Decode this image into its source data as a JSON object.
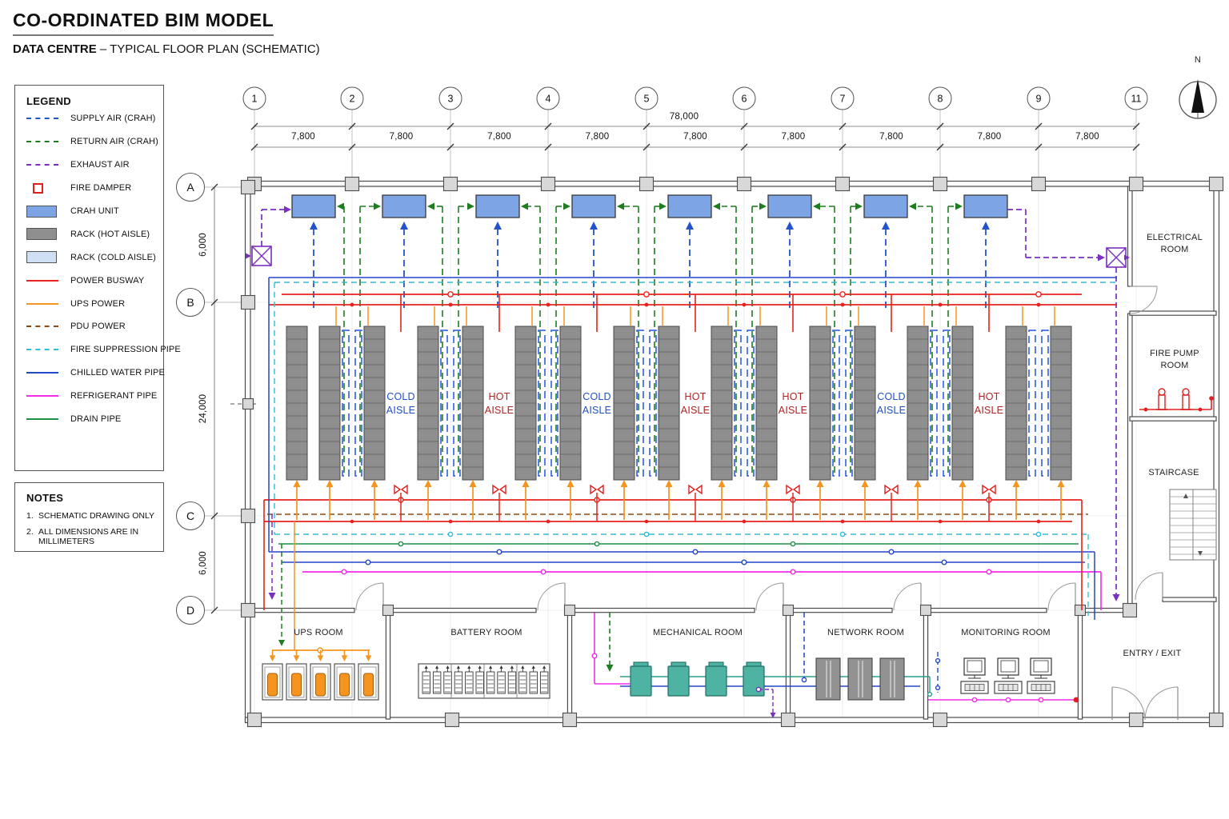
{
  "title": "CO-ORDINATED BIM MODEL",
  "subtitle": {
    "bold": "DATA CENTRE",
    "rest": " – TYPICAL FLOOR PLAN (SCHEMATIC)"
  },
  "compass_label": "N",
  "legend": {
    "title": "LEGEND",
    "items": [
      {
        "id": "supply-air",
        "label": "SUPPLY AIR (CRAH)",
        "swatch": "dash",
        "color": "#2353cc"
      },
      {
        "id": "return-air",
        "label": "RETURN AIR (CRAH)",
        "swatch": "dash",
        "color": "#1e7d1e"
      },
      {
        "id": "exhaust-air",
        "label": "EXHAUST AIR",
        "swatch": "dash",
        "color": "#7a2fc0"
      },
      {
        "id": "fire-damper",
        "label": "FIRE DAMPER",
        "swatch": "square",
        "color": "#e02020"
      },
      {
        "id": "crah-unit",
        "label": "CRAH UNIT",
        "swatch": "rect",
        "color": "#7da4e4"
      },
      {
        "id": "rack-hot-aisle",
        "label": "RACK (HOT AISLE)",
        "swatch": "rect",
        "color": "#8f8f8f"
      },
      {
        "id": "rack-cold-aisle",
        "label": "RACK (COLD AISLE)",
        "swatch": "rect",
        "color": "#cfe0f5"
      },
      {
        "id": "power-busway",
        "label": "POWER BUSWAY",
        "swatch": "line",
        "color": "#e8231d"
      },
      {
        "id": "ups-power",
        "label": "UPS POWER",
        "swatch": "line",
        "color": "#f5941e"
      },
      {
        "id": "pdu-power",
        "label": "PDU POWER",
        "swatch": "dash",
        "color": "#8a4a12"
      },
      {
        "id": "fire-suppression",
        "label": "FIRE SUPPRESSION PIPE",
        "swatch": "dash",
        "color": "#2bc0d4"
      },
      {
        "id": "chilled-water",
        "label": "CHILLED WATER PIPE",
        "swatch": "line",
        "color": "#2247c8"
      },
      {
        "id": "refrigerant",
        "label": "REFRIGERANT PIPE",
        "swatch": "line",
        "color": "#f42ce8"
      },
      {
        "id": "drain-pipe",
        "label": "DRAIN PIPE",
        "swatch": "line",
        "color": "#1d9045"
      }
    ]
  },
  "notes": {
    "title": "NOTES",
    "items": [
      "SCHEMATIC DRAWING ONLY",
      "ALL DIMENSIONS ARE IN MILLIMETERS"
    ]
  },
  "grid": {
    "columns": [
      "1",
      "2",
      "3",
      "4",
      "5",
      "6",
      "7",
      "8",
      "9",
      "11"
    ],
    "rows": [
      "A",
      "B",
      "C",
      "D"
    ],
    "total_dim": "78,000",
    "bay_dim": "7,800",
    "row_dims": [
      "6,000",
      "24,000",
      "6,000"
    ]
  },
  "aisles": [
    {
      "label": "COLD AISLE",
      "type": "cold"
    },
    {
      "label": "HOT AISLE",
      "type": "hot"
    },
    {
      "label": "COLD AISLE",
      "type": "cold"
    },
    {
      "label": "HOT AISLE",
      "type": "hot"
    },
    {
      "label": "HOT AISLE",
      "type": "hot"
    },
    {
      "label": "COLD AISLE",
      "type": "cold"
    },
    {
      "label": "HOT AISLE",
      "type": "hot"
    }
  ],
  "rooms": [
    {
      "id": "electrical-room",
      "label": "ELECTRICAL ROOM"
    },
    {
      "id": "fire-pump-room",
      "label": "FIRE PUMP ROOM"
    },
    {
      "id": "staircase",
      "label": "STAIRCASE"
    },
    {
      "id": "entry-exit",
      "label": "ENTRY / EXIT"
    },
    {
      "id": "ups-room",
      "label": "UPS ROOM"
    },
    {
      "id": "battery-room",
      "label": "BATTERY ROOM"
    },
    {
      "id": "mechanical-room",
      "label": "MECHANICAL ROOM"
    },
    {
      "id": "network-room",
      "label": "NETWORK ROOM"
    },
    {
      "id": "monitoring-room",
      "label": "MONITORING ROOM"
    }
  ],
  "colors": {
    "supply": "#2353cc",
    "return": "#1e7d1e",
    "exhaust": "#7a2fc0",
    "fire": "#e02020",
    "crah": "#7da4e4",
    "rack": "#8f8f8f",
    "rack_cold": "#cfe0f5",
    "busway": "#e8231d",
    "ups": "#f5941e",
    "pdu": "#8a4a12",
    "firesup": "#2bc0d4",
    "chw": "#2247c8",
    "ref": "#f42ce8",
    "drain": "#1d9045",
    "chiller": "#4fb3a3",
    "wall": "#4d4d4d"
  }
}
